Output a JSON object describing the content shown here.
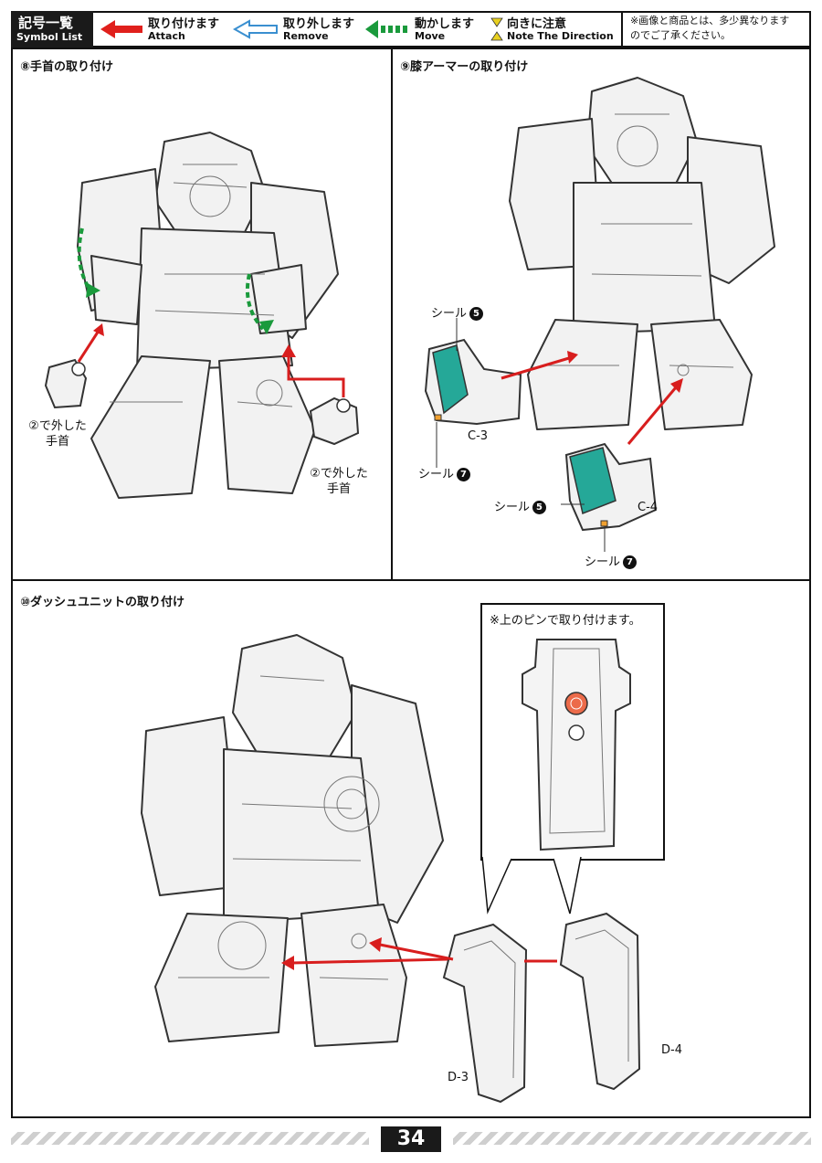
{
  "header": {
    "symbol_jp": "記号一覧",
    "symbol_en": "Symbol List",
    "legend": [
      {
        "jp": "取り付けます",
        "en": "Attach",
        "icon": "red-arrow-icon",
        "color": "#e0201c"
      },
      {
        "jp": "取り外します",
        "en": "Remove",
        "icon": "outline-arrow-icon",
        "color": "#3a8fd0"
      },
      {
        "jp": "動かします",
        "en": "Move",
        "icon": "green-dashed-arrow-icon",
        "color": "#1a9a3c"
      },
      {
        "jp": "向きに注意",
        "en": "Note The Direction",
        "icon": "direction-icon",
        "color": "#e8d020"
      }
    ],
    "note": "※画像と商品とは、多少異なります\nのでご了承ください。"
  },
  "step8": {
    "title": "⑧手首の取り付け",
    "label_left": "②で外した\n手首",
    "label_right": "②で外した\n手首"
  },
  "step9": {
    "title": "⑨膝アーマーの取り付け",
    "seal_text": "シール",
    "seal_5": "5",
    "seal_7": "7",
    "part_c3": "C-3",
    "part_c4": "C-4"
  },
  "step10": {
    "title": "⑩ダッシュユニットの取り付け",
    "callout": "※上のピンで取り付けます。",
    "part_d3": "D-3",
    "part_d4": "D-4"
  },
  "colors": {
    "seal_teal": "#25a898",
    "pin": "#ec6b4a",
    "attach_red": "#d81e1e",
    "move_green": "#1a9a3c"
  },
  "page_number": "34"
}
